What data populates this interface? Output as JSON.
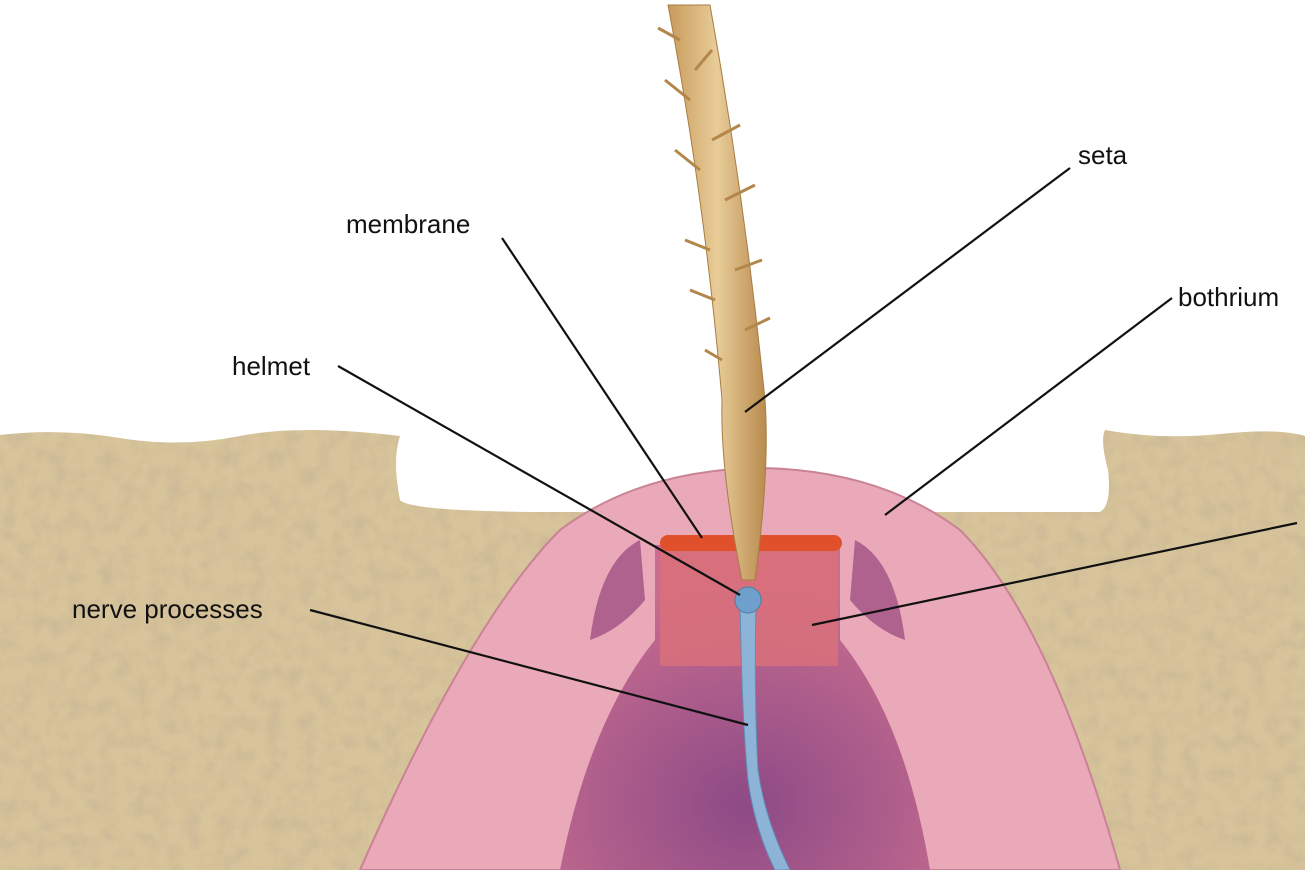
{
  "labels": {
    "seta": "seta",
    "membrane": "membrane",
    "bothrium": "bothrium",
    "helmet": "helmet",
    "nerve_processes": "nerve processes"
  },
  "colors": {
    "cuticle": "#d8c49a",
    "bothrium": "#e9a9b8",
    "cavity": "#a25a8e",
    "helmet": "#d9707a",
    "membrane": "#e0502a",
    "seta": "#d4ad74",
    "nerve": "#8db4d6"
  }
}
